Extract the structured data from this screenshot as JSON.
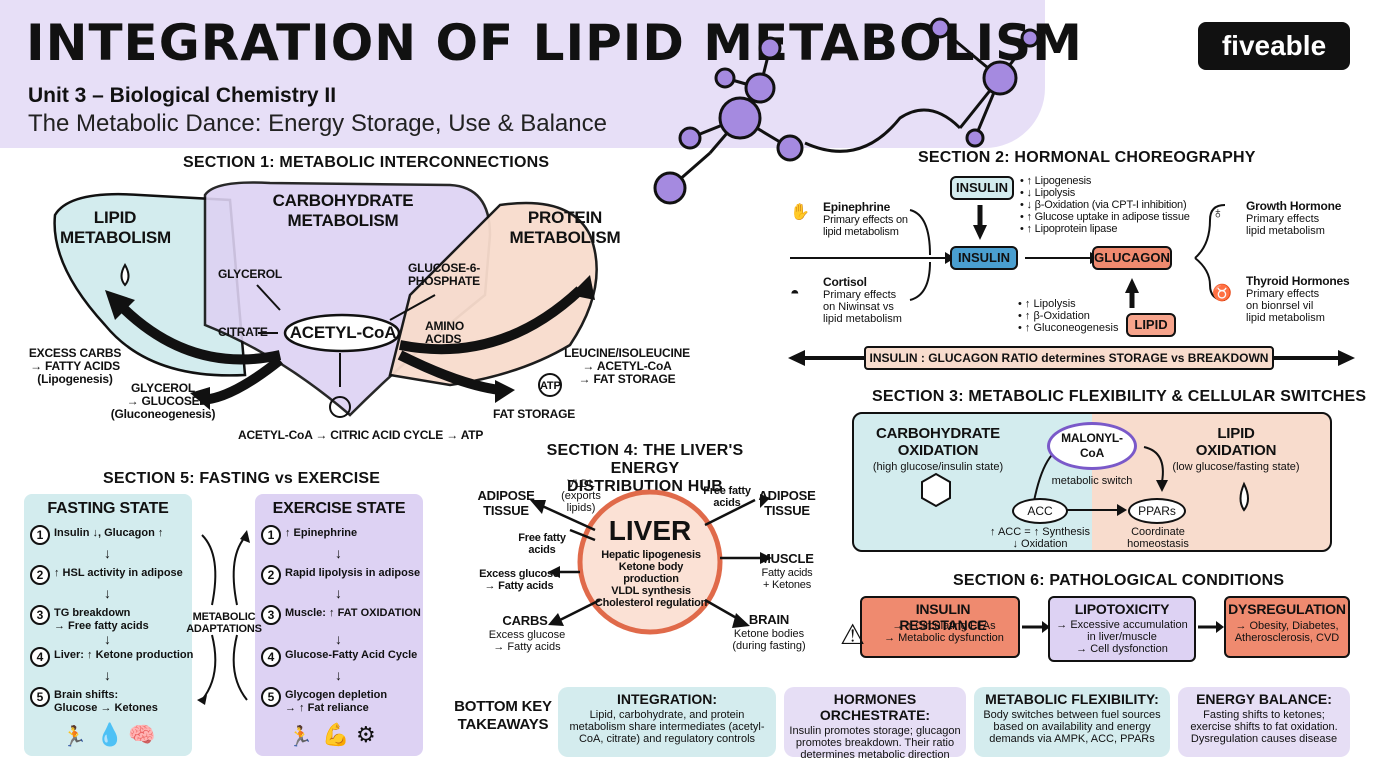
{
  "header": {
    "title": "INTEGRATION OF LIPID METABOLISM",
    "unit": "Unit 3 – Biological Chemistry II",
    "subtitle": "The Metabolic Dance: Energy Storage, Use & Balance",
    "logo": "fiveable"
  },
  "section1": {
    "title": "SECTION 1: METABOLIC INTERCONNECTIONS",
    "lipid": "LIPID\nMETABOLISM",
    "carb": "CARBOHYDRATE\nMETABOLISM",
    "protein": "PROTEIN\nMETABOLISM",
    "center": "ACETYL-CoA",
    "glycerol": "GLYCEROL",
    "citrate": "CITRATE",
    "g6p": "GLUCOSE-6-\nPHOSPHATE",
    "amino": "AMINO\nACIDS",
    "excess_carbs": "EXCESS CARBS\n→ FATTY ACIDS\n(Lipogenesis)",
    "glycerol_glucose": "GLYCEROL\n→ GLUCOSE\n(Gluconeogenesis)",
    "leucine": "LEUCINE/ISOLEUCINE\n→ ACETYL-CoA\n→ FAT STORAGE",
    "atp": "ATP",
    "fat_storage": "FAT STORAGE",
    "tca": "ACETYL-CoA → CITRIC ACID CYCLE → ATP"
  },
  "section2": {
    "title": "SECTION 2: HORMONAL CHOREOGRAPHY",
    "epinephrine": "Epinephrine",
    "epinephrine_desc": "Primary effects on\nlipid metabolism",
    "cortisol": "Cortisol",
    "cortisol_desc": "Primary effects\non Niwinsat vs\nlipid metabolism",
    "insulin_top": "INSULIN",
    "insulin_effects": "• ↑ Lipogenesis\n• ↓ Lipolysis\n• ↓ β-Oxidation (via CPT-I inhibition)\n• ↑ Glucose uptake in adipose tissue\n• ↑ Lipoprotein lipase",
    "insulin_mid": "INSULIN",
    "glucagon": "GLUCAGON",
    "glucagon_effects": "• ↑ Lipolysis\n• ↑ β-Oxidation\n• ↑ Gluconeogenesis",
    "lipid": "LIPID",
    "growth": "Growth Hormone",
    "growth_desc": "Primary effects\nlipid metabolism",
    "thyroid": "Thyroid Hormones",
    "thyroid_desc": "Primary effects\non bionrsel vil\nlipid metabolism",
    "ratio": "INSULIN : GLUCAGON RATIO determines STORAGE vs BREAKDOWN"
  },
  "section3": {
    "title": "SECTION 3: METABOLIC FLEXIBILITY & CELLULAR SWITCHES",
    "carb_ox": "CARBOHYDRATE\nOXIDATION",
    "carb_ox_sub": "(high glucose/insulin state)",
    "malonyl": "MALONYL-\nCoA",
    "switch": "metabolic switch",
    "lipid_ox": "LIPID\nOXIDATION",
    "lipid_ox_sub": "(low glucose/fasting state)",
    "acc": "ACC",
    "ppars": "PPARs",
    "acc_desc": "↑ ACC = ↑ Synthesis\n↓ Oxidation",
    "ppars_desc": "Coordinate\nhomeostasis"
  },
  "section4": {
    "title": "SECTION 4: THE LIVER'S ENERGY\nDISTRIBUTION HUB",
    "liver": "LIVER",
    "liver_desc": "Hepatic lipogenesis\nKetone body production\nVLDL synthesis\nCholesterol regulation",
    "adipose_left": "ADIPOSE\nTISSUE",
    "vldl": "VLDL\n(exports\nlipids)",
    "ffa_top": "Free fatty\nacids",
    "adipose_right": "ADIPOSE\nTISSUE",
    "ffa_left": "Free fatty\nacids",
    "excess_glucose": "Excess glucose\n→ Fatty acids",
    "muscle": "MUSCLE",
    "muscle_desc": "Fatty acids\n+ Ketones",
    "carbs": "CARBS",
    "carbs_desc": "Excess glucose\n→ Fatty acids",
    "brain": "BRAIN",
    "brain_desc": "Ketone bodies\n(during fasting)"
  },
  "section5": {
    "title": "SECTION 5: FASTING vs EXERCISE",
    "fasting_title": "FASTING STATE",
    "fasting_steps": [
      "Insulin ↓, Glucagon ↑",
      "↑ HSL activity in adipose",
      "TG breakdown\n→ Free fatty acids",
      "Liver: ↑ Ketone production",
      "Brain shifts:\nGlucose → Ketones"
    ],
    "exercise_title": "EXERCISE STATE",
    "exercise_steps": [
      "↑ Epinephrine",
      "Rapid lipolysis in adipose",
      "Muscle: ↑ FAT OXIDATION",
      "Glucose-Fatty Acid Cycle",
      "Glycogen depletion\n→ ↑ Fat reliance"
    ],
    "adaptations": "METABOLIC\nADAPTATIONS",
    "numbers": [
      "1",
      "2",
      "3",
      "4",
      "5"
    ]
  },
  "section6": {
    "title": "SECTION 6: PATHOLOGICAL CONDITIONS",
    "ir_title": "INSULIN RESISTANCE",
    "ir_desc": "→ ↑ Circulating FFAs\n→ Metabolic dysfunction",
    "lipo_title": "LIPOTOXICITY",
    "lipo_desc": "→ Excessive accumulation\nin liver/muscle\n→ Cell dysfonction",
    "dys_title": "DYSREGULATION",
    "dys_desc": "→ Obesity, Diabetes,\nAtherosclerosis, CVD"
  },
  "takeaways": {
    "label": "BOTTOM KEY\nTAKEAWAYS",
    "items": [
      {
        "title": "INTEGRATION:",
        "body": "Lipid, carbohydrate, and protein metabolism share intermediates (acetyl-CoA, citrate) and regulatory controls",
        "color": "#d4ecee"
      },
      {
        "title": "HORMONES ORCHESTRATE:",
        "body": "Insulin promotes storage; glucagon promotes breakdown. Their ratio determines metabolic direction",
        "color": "#e6def5"
      },
      {
        "title": "METABOLIC FLEXIBILITY:",
        "body": "Body switches between fuel sources based on availability and energy demands via AMPK, ACC, PPARs",
        "color": "#d4ecee"
      },
      {
        "title": "ENERGY BALANCE:",
        "body": "Fasting shifts to ketones; exercise shifts to fat oxidation. Dysregulation causes disease",
        "color": "#e6def5"
      }
    ]
  },
  "colors": {
    "teal": "#d3ecee",
    "lavender": "#ddd2f3",
    "peach": "#f8dccd",
    "salmon": "#ef8a6f",
    "blue_pill": "#4a9fd0",
    "purple_node": "#a58ae0"
  }
}
